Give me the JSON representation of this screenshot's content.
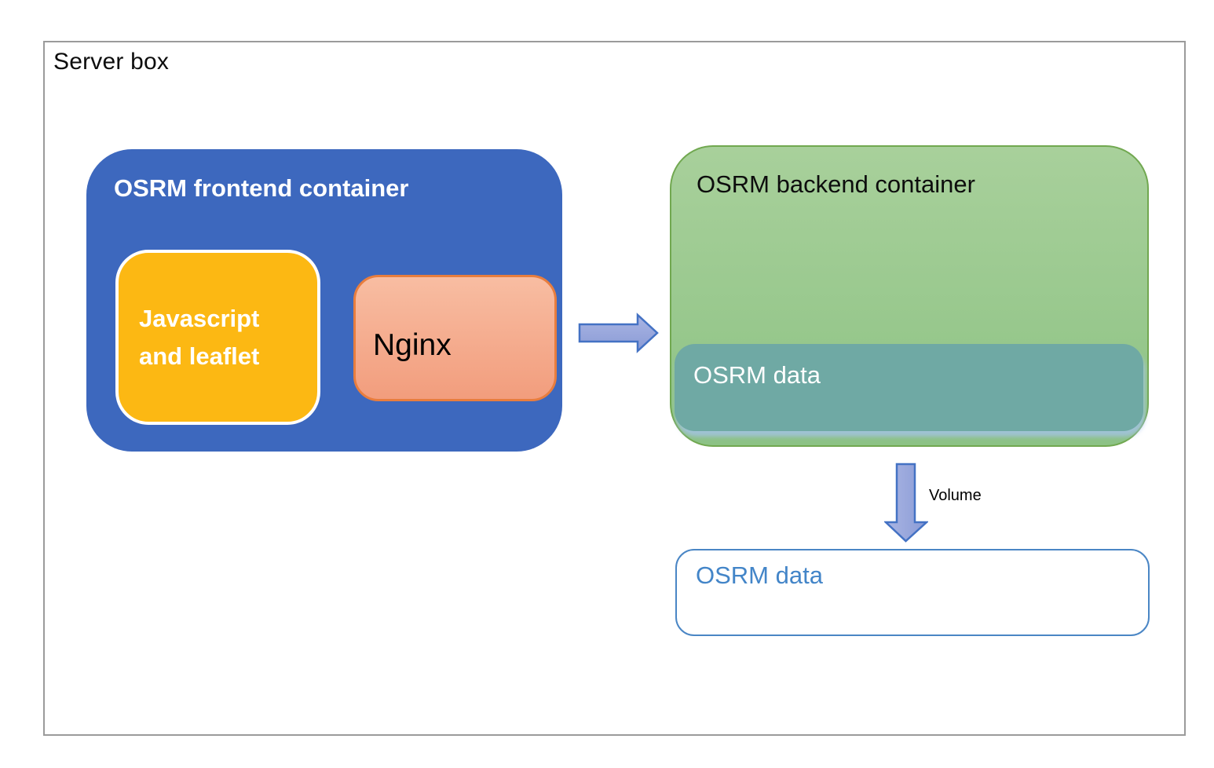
{
  "page": {
    "title": "Server box"
  },
  "diagram": {
    "frontend": {
      "label": "OSRM frontend container",
      "javascript_leaflet": {
        "label": "Javascript and leaflet"
      },
      "nginx": {
        "label": "Nginx"
      }
    },
    "backend": {
      "label": "OSRM backend container",
      "osrm_data_band": {
        "label": "OSRM data"
      }
    },
    "volume_arrow": {
      "label": "Volume"
    },
    "osrm_data_volume": {
      "label": "OSRM data"
    },
    "colors": {
      "frontend_fill": "#3d68be",
      "javascript_fill": "#fcb813",
      "nginx_fill_top": "#f8bda2",
      "nginx_fill_bottom": "#f29d7d",
      "nginx_border": "#e87d3e",
      "backend_fill_top": "#a8d09b",
      "backend_fill_bottom": "#8cc285",
      "backend_border": "#71a850",
      "osrm_data_band_fill": "#6fa9a4",
      "arrow_fill_top": "#aab5e3",
      "arrow_fill_bottom": "#8a9bd6",
      "arrow_border": "#4472c4",
      "data_box_border": "#4a86c5",
      "data_box_text": "#4385c8",
      "outer_border": "#9b9b9b"
    }
  }
}
